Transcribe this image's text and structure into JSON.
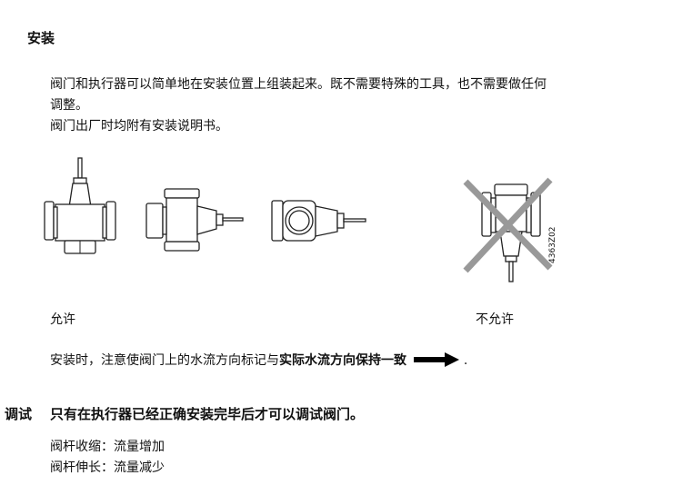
{
  "install": {
    "heading": "安装",
    "para_line1": "阀门和执行器可以简单地在安装位置上组装起来。既不需要特殊的工具，也不需要做任何",
    "para_line2": "调整。",
    "para_line3": "阀门出厂时均附有安装说明书。",
    "allowed_label": "允许",
    "not_allowed_label": "不允许",
    "figure_code": "4363Z02",
    "flow_note_normal": "安装时，注意使阀门上的水流方向标记与",
    "flow_note_bold": "实际水流方向保持一致",
    "flow_note_end": "."
  },
  "commissioning": {
    "heading": "调试",
    "statement": "只有在执行器已经正确安装完毕后才可以调试阀门。",
    "line1": "阀杆收缩：流量增加",
    "line2": "阀杆伸长：流量减少"
  }
}
